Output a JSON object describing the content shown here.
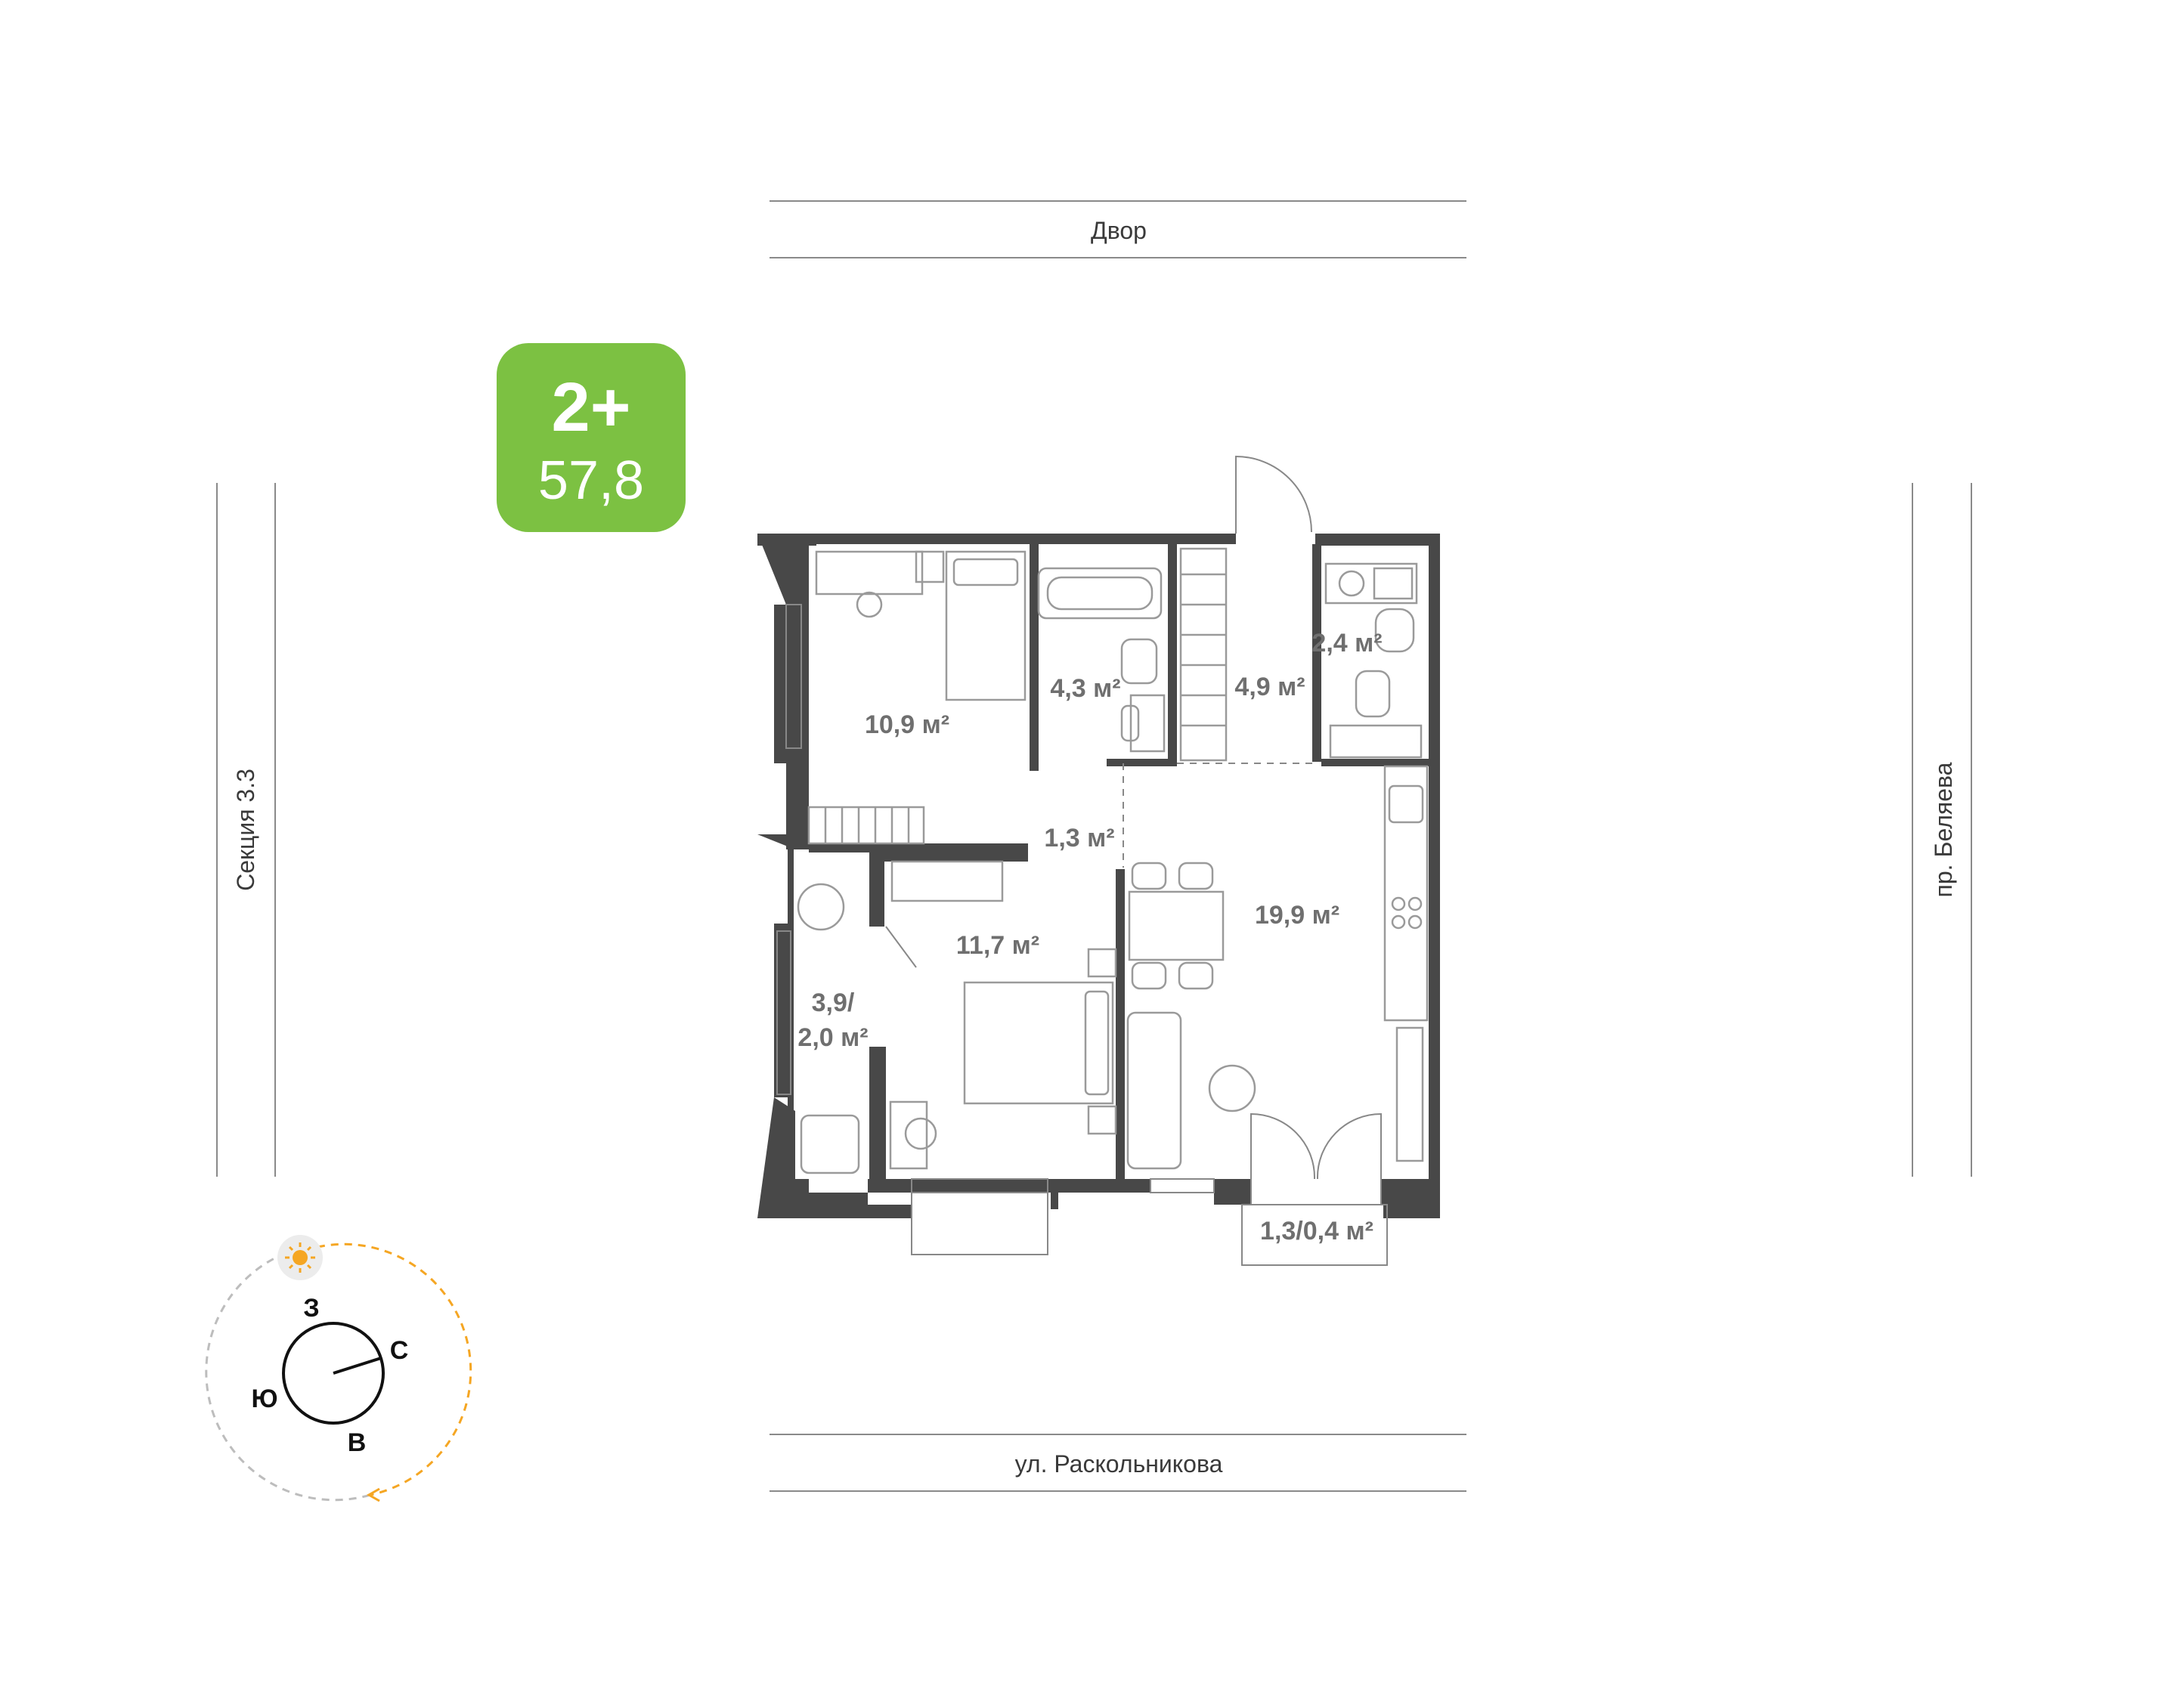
{
  "badge": {
    "rooms": "2+",
    "area": "57,8",
    "color": "#7cc142"
  },
  "streets": {
    "top": "Двор",
    "bottom": "ул. Раскольникова",
    "left": "Секция 3.3",
    "right": "пр. Беляева"
  },
  "rooms": [
    {
      "id": "bedroom-1",
      "area": "10,9 м²"
    },
    {
      "id": "bathroom",
      "area": "4,3 м²"
    },
    {
      "id": "hallway",
      "area": "4,9 м²"
    },
    {
      "id": "wc",
      "area": "2,4 м²"
    },
    {
      "id": "corridor",
      "area": "1,3 м²"
    },
    {
      "id": "living-kitchen",
      "area": "19,9 м²"
    },
    {
      "id": "bedroom-2",
      "area": "11,7 м²"
    },
    {
      "id": "loggia-1",
      "area_line1": "3,9/",
      "area_line2": "2,0 м²"
    },
    {
      "id": "balcony",
      "area": "1,3/0,4 м²"
    }
  ],
  "compass": {
    "north": "С",
    "south": "Ю",
    "east": "В",
    "west": "З",
    "icon": "sun-icon",
    "accent": "#f5a623"
  },
  "colors": {
    "wall": "#484848",
    "line": "#9a9a9a"
  }
}
